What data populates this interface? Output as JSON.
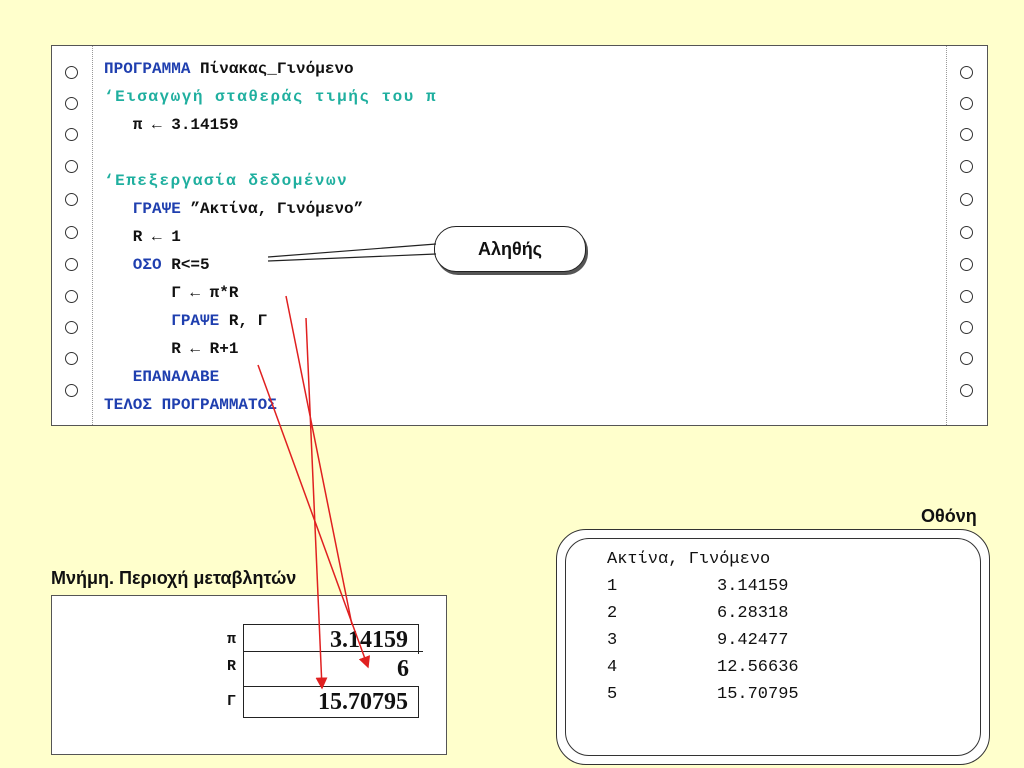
{
  "code": {
    "lines": [
      {
        "parts": [
          {
            "cls": "kw",
            "text": "ΠΡΟΓΡΑΜΜΑ"
          },
          {
            "cls": "tx",
            "text": " Πίνακας_Γινόμενο"
          }
        ]
      },
      {
        "parts": [
          {
            "cls": "cm",
            "text": "‘Εισαγωγή σταθεράς τιμής του π"
          }
        ]
      },
      {
        "parts": [
          {
            "cls": "tx",
            "text": "   π ← 3.14159"
          }
        ]
      },
      {
        "parts": []
      },
      {
        "parts": [
          {
            "cls": "cm",
            "text": "‘Επεξεργασία δεδομένων"
          }
        ]
      },
      {
        "parts": [
          {
            "cls": "kw",
            "text": "   ΓΡΑΨΕ"
          },
          {
            "cls": "tx",
            "text": " ”Ακτίνα, Γινόμενο”"
          }
        ]
      },
      {
        "parts": [
          {
            "cls": "tx",
            "text": "   R ← 1"
          }
        ]
      },
      {
        "parts": [
          {
            "cls": "kw",
            "text": "   ΟΣΟ"
          },
          {
            "cls": "tx",
            "text": " R<=5"
          }
        ]
      },
      {
        "parts": [
          {
            "cls": "tx",
            "text": "       Γ ← π*R"
          }
        ]
      },
      {
        "parts": [
          {
            "cls": "kw",
            "text": "       ΓΡΑΨΕ"
          },
          {
            "cls": "tx",
            "text": " R, Γ"
          }
        ]
      },
      {
        "parts": [
          {
            "cls": "tx",
            "text": "       R ← R+1"
          }
        ]
      },
      {
        "parts": [
          {
            "cls": "kw",
            "text": "   ΕΠΑΝΑΛΑΒΕ"
          }
        ]
      },
      {
        "parts": [
          {
            "cls": "kw",
            "text": "ΤΕΛΟΣ ΠΡΟΓΡΑΜΜΑΤΟΣ"
          }
        ]
      }
    ]
  },
  "callout": {
    "label": "Αληθής"
  },
  "memory": {
    "title": "Μνήμη. Περιοχή μεταβλητών",
    "vars": [
      {
        "name": "π",
        "value": "3.14159"
      },
      {
        "name": "R",
        "value": "6"
      },
      {
        "name": "Γ",
        "value": "15.70795"
      }
    ]
  },
  "screen": {
    "title": "Οθόνη",
    "header": "Ακτίνα, Γινόμενο",
    "rows": [
      [
        "1",
        "3.14159"
      ],
      [
        "2",
        "6.28318"
      ],
      [
        "3",
        "9.42477"
      ],
      [
        "4",
        "12.56636"
      ],
      [
        "5",
        "15.70795"
      ]
    ]
  },
  "colors": {
    "background": "#FFFFCC",
    "keyword": "#1F3FAF",
    "comment": "#1FAF9F",
    "arrow": "#E02020"
  }
}
